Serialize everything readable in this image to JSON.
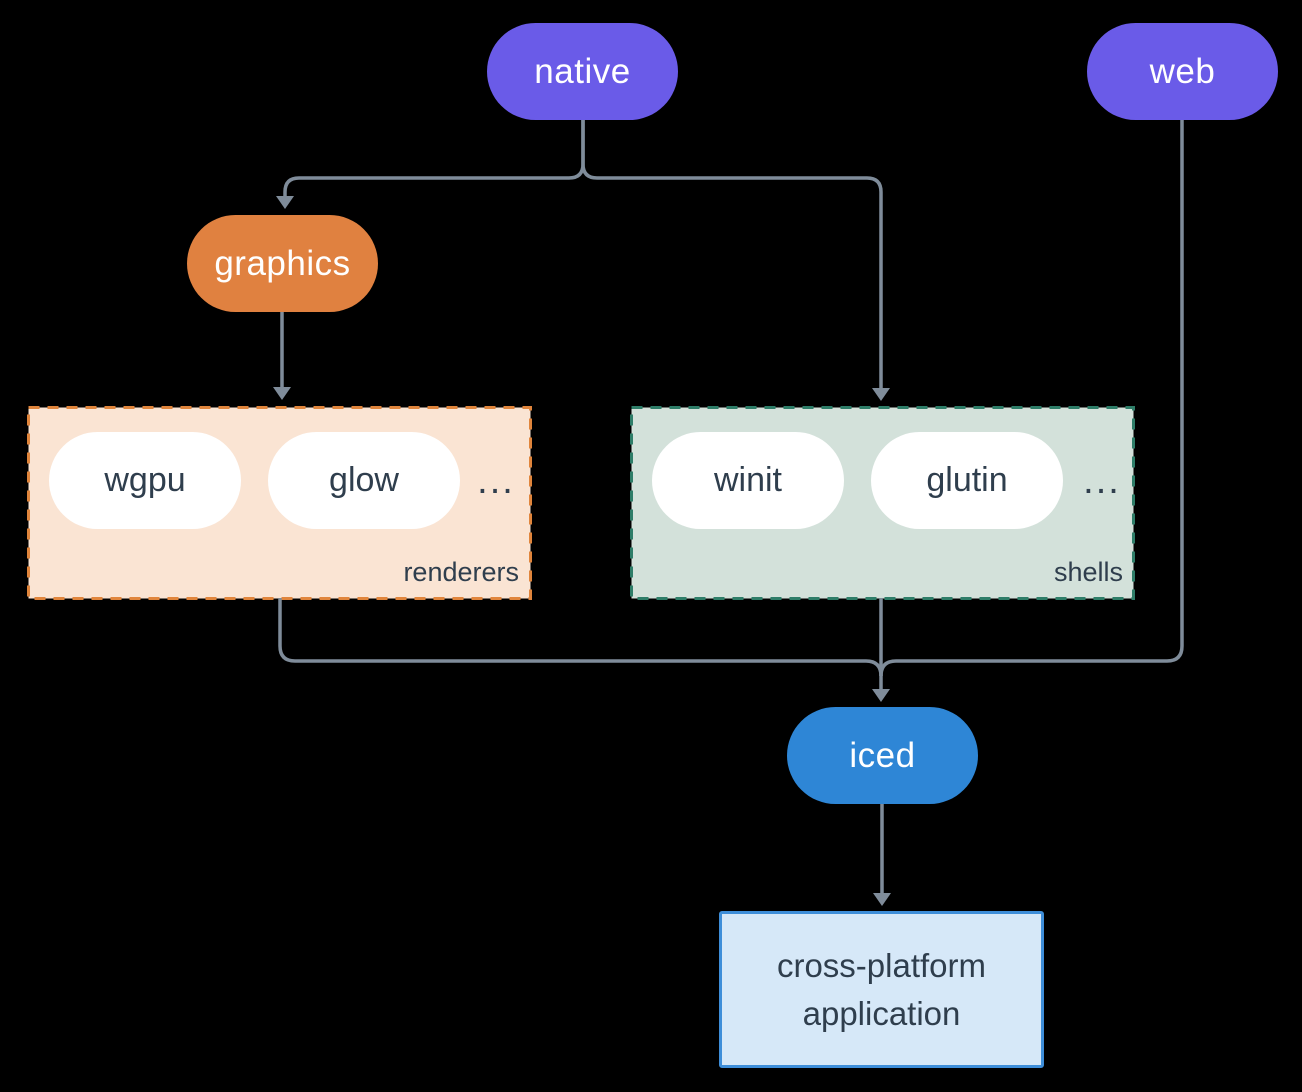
{
  "colors": {
    "background": "#000000",
    "connector": "#7F8C9A",
    "pill_text": "#FFFFFF",
    "native_fill": "#6A5BE8",
    "graphics_fill": "#E08140",
    "iced_fill": "#2E86D6",
    "chip_fill": "#FFFFFF",
    "ink": "#2F3E4D",
    "renderers_fill": "#FAE4D3",
    "renderers_border": "#E0853C",
    "shells_fill": "#D3E1DA",
    "shells_border": "#2E7D68",
    "app_fill": "#D6E8F8",
    "app_border": "#3E8ED9"
  },
  "nodes": {
    "native": {
      "label": "native"
    },
    "web": {
      "label": "web"
    },
    "graphics": {
      "label": "graphics"
    },
    "iced": {
      "label": "iced"
    },
    "application": {
      "label": "cross-platform application"
    }
  },
  "groups": {
    "renderers": {
      "label": "renderers",
      "chips": [
        "wgpu",
        "glow"
      ],
      "more": "..."
    },
    "shells": {
      "label": "shells",
      "chips": [
        "winit",
        "glutin"
      ],
      "more": "..."
    }
  }
}
